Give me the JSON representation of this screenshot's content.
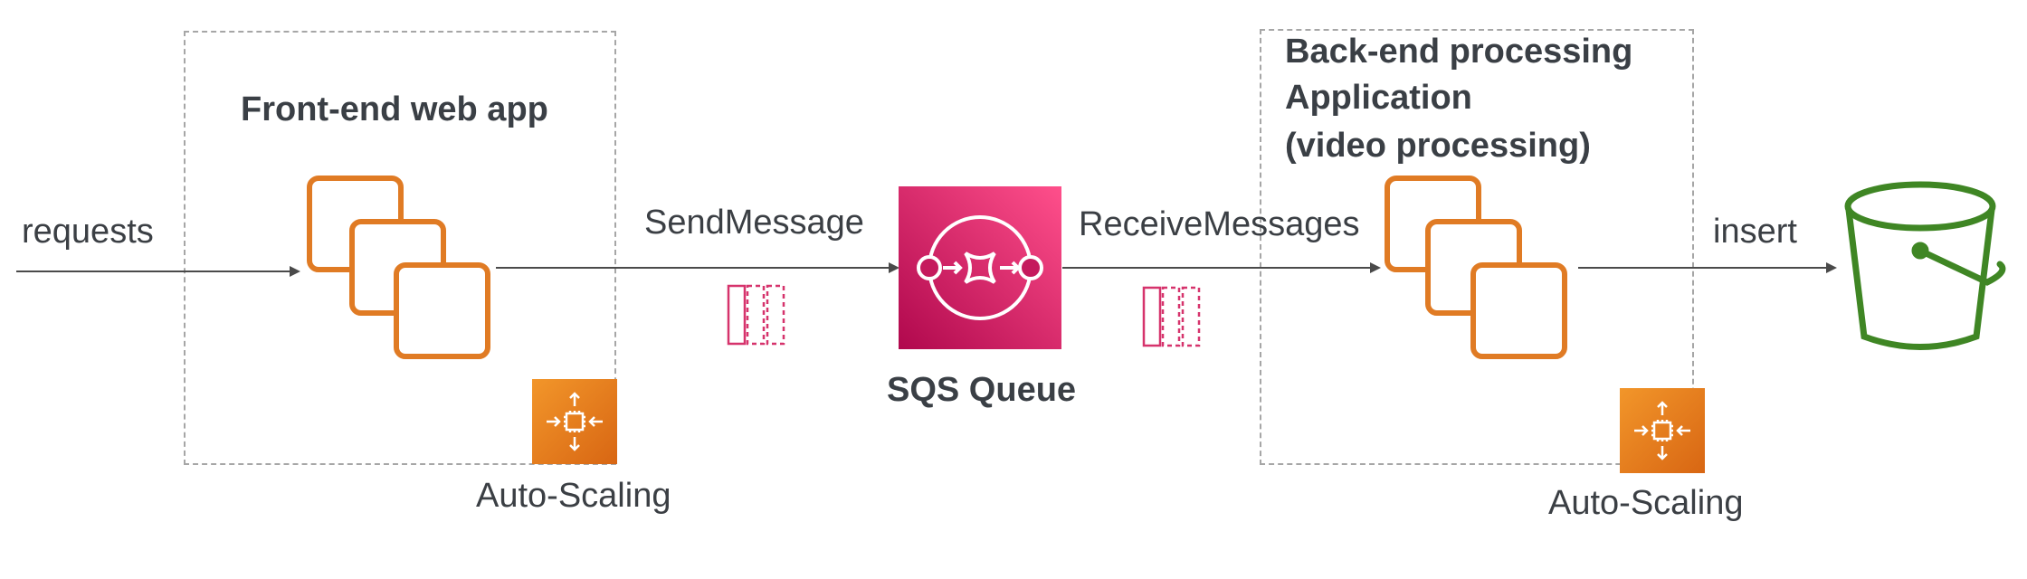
{
  "labels": {
    "requests": "requests",
    "send_message": "SendMessage",
    "receive_messages": "ReceiveMessages",
    "insert": "insert"
  },
  "frontend": {
    "title": "Front-end web app",
    "autoscaling_label": "Auto-Scaling"
  },
  "queue": {
    "title": "SQS Queue"
  },
  "backend": {
    "title_lines": [
      "Back-end processing",
      "Application",
      "(video processing)"
    ],
    "autoscaling_label": "Auto-Scaling"
  },
  "icons": {
    "ec2_instances": "ec2-instances-icon",
    "autoscaling": "auto-scaling-icon",
    "sqs": "sqs-queue-icon",
    "message": "sqs-message-icon",
    "s3_bucket": "s3-bucket-icon"
  },
  "colors": {
    "compute_orange": "#e07b24",
    "sqs_pink": "#d6336c",
    "s3_green": "#3f8624",
    "arrow_gray": "#4a4a4a",
    "dashed_border": "#a6a6a6"
  }
}
